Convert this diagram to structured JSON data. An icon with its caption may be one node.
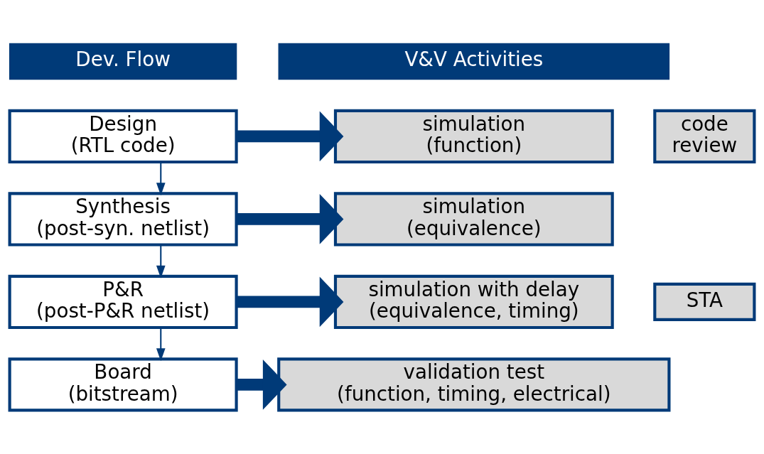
{
  "diagram": {
    "nodes": [
      {
        "text": [
          "Dev. Flow"
        ]
      },
      {
        "text": [
          "V&V Activities"
        ]
      },
      {
        "text": [
          "Design",
          "(RTL code)"
        ]
      },
      {
        "text": [
          "simulation",
          "(function)"
        ]
      },
      {
        "text": [
          "code",
          "review"
        ]
      },
      {
        "text": [
          "Synthesis",
          "(post-syn. netlist)"
        ]
      },
      {
        "text": [
          "simulation",
          "(equivalence)"
        ]
      },
      {
        "text": [
          "P&R",
          "(post-P&R netlist)"
        ]
      },
      {
        "text": [
          "simulation with delay",
          "(equivalence, timing)"
        ]
      },
      {
        "text": [
          "STA"
        ]
      },
      {
        "text": [
          "Board",
          "(bitstream)"
        ]
      },
      {
        "text": [
          "validation test",
          "(function, timing, electrical)"
        ]
      }
    ],
    "edges": [
      {
        "from": 2,
        "to": 3,
        "arrow": "to"
      },
      {
        "from": 2,
        "to": 5,
        "arrow": "to"
      },
      {
        "from": 5,
        "to": 6,
        "arrow": "to"
      },
      {
        "from": 5,
        "to": 7,
        "arrow": "to"
      },
      {
        "from": 7,
        "to": 8,
        "arrow": "to"
      },
      {
        "from": 7,
        "to": 10,
        "arrow": "to"
      },
      {
        "from": 10,
        "to": 11,
        "arrow": "to"
      }
    ]
  }
}
